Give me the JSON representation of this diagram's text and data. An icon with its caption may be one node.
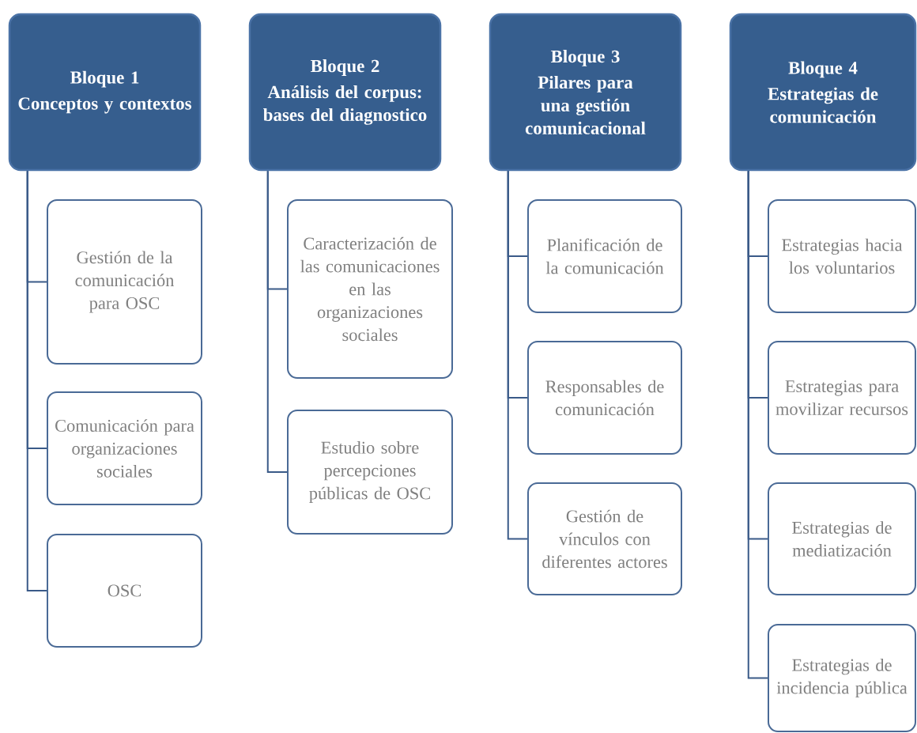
{
  "diagram": {
    "nodes": [
      {
        "text": [
          "Bloque 1",
          "Conceptos y contextos"
        ]
      },
      {
        "text": [
          "Bloque 2",
          "Análisis del corpus: bases del diagnostico"
        ]
      },
      {
        "text": [
          "Bloque 3",
          "Pilares para una gestión comunicacional"
        ]
      },
      {
        "text": [
          "Bloque 4",
          "Estrategias de comunicación"
        ]
      },
      {
        "text": [
          "Gestión de la comunicación para OSC"
        ]
      },
      {
        "text": [
          "Comunicación para organizaciones sociales"
        ]
      },
      {
        "text": [
          "OSC"
        ]
      },
      {
        "text": [
          "Caracterización de las comunicaciones en las organizaciones sociales"
        ]
      },
      {
        "text": [
          "Estudio sobre percepciones públicas de OSC"
        ]
      },
      {
        "text": [
          "Planificación de la comunicación"
        ]
      },
      {
        "text": [
          "Responsables de comunicación"
        ]
      },
      {
        "text": [
          "Gestión de vínculos con diferentes actores"
        ]
      },
      {
        "text": [
          "Estrategias hacia los voluntarios"
        ]
      },
      {
        "text": [
          "Estrategias para movilizar recursos"
        ]
      },
      {
        "text": [
          "Estrategias de mediatización"
        ]
      },
      {
        "text": [
          "Estrategias de incidencia pública"
        ]
      }
    ],
    "edges": [
      {
        "from": 0,
        "to": 4,
        "arrow": "none"
      },
      {
        "from": 0,
        "to": 5,
        "arrow": "none"
      },
      {
        "from": 0,
        "to": 6,
        "arrow": "none"
      },
      {
        "from": 1,
        "to": 7,
        "arrow": "none"
      },
      {
        "from": 1,
        "to": 8,
        "arrow": "none"
      },
      {
        "from": 2,
        "to": 9,
        "arrow": "none"
      },
      {
        "from": 2,
        "to": 10,
        "arrow": "none"
      },
      {
        "from": 2,
        "to": 11,
        "arrow": "none"
      },
      {
        "from": 3,
        "to": 12,
        "arrow": "none"
      },
      {
        "from": 3,
        "to": 13,
        "arrow": "none"
      },
      {
        "from": 3,
        "to": 14,
        "arrow": "none"
      },
      {
        "from": 3,
        "to": 15,
        "arrow": "none"
      }
    ]
  }
}
